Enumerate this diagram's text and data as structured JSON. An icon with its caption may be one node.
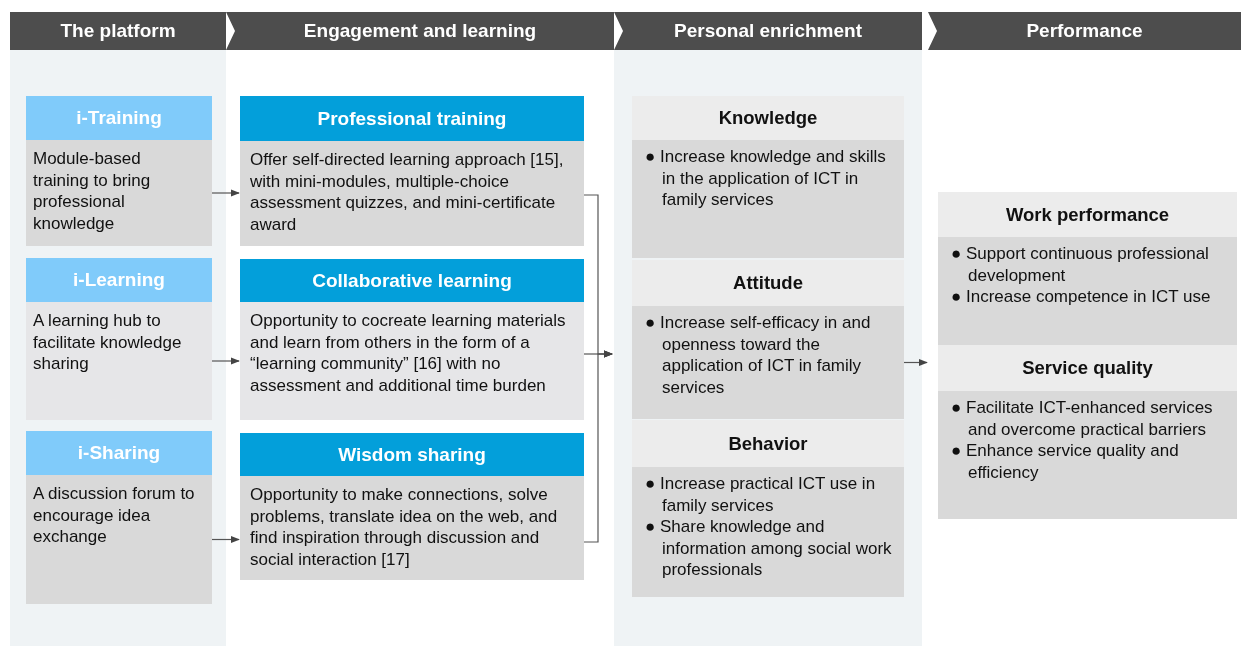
{
  "diagram": {
    "nodes": [
      {
        "text": [
          "The platform"
        ]
      },
      {
        "text": [
          "Engagement and learning"
        ]
      },
      {
        "text": [
          "Personal enrichment"
        ]
      },
      {
        "text": [
          "Performance"
        ]
      },
      {
        "text": [
          "i-Training",
          "Module-based training to bring professional knowledge"
        ],
        "in": 0
      },
      {
        "text": [
          "i-Learning",
          "A learning hub to facilitate knowledge sharing"
        ],
        "in": 0
      },
      {
        "text": [
          "i-Sharing",
          "A discussion forum to encourage idea exchange"
        ],
        "in": 0
      },
      {
        "text": [
          "Professional training",
          "Offer self-directed learning approach [15], with mini-modules, multiple-choice assessment quizzes, and mini-certificate award"
        ],
        "in": 1
      },
      {
        "text": [
          "Collaborative learning",
          "Opportunity to cocreate learning materials and learn from others in the form of a “learning community” [16] with no assessment and additional time burden"
        ],
        "in": 1
      },
      {
        "text": [
          "Wisdom sharing",
          "Opportunity to make connections, solve problems, translate idea on the web, and find inspiration through discussion and social interaction [17]"
        ],
        "in": 1
      },
      {
        "text": [
          "Knowledge",
          "● Increase knowledge and skills in the application of ICT in family services"
        ],
        "in": 2
      },
      {
        "text": [
          "Attitude",
          "● Increase self-efficacy in and openness toward the application of ICT in family services"
        ],
        "in": 2
      },
      {
        "text": [
          "Behavior",
          "● Increase practical ICT use in family services",
          "● Share knowledge and information among social work professionals"
        ],
        "in": 2
      },
      {
        "text": [
          "Work performance",
          "● Support continuous professional development",
          "● Increase competence in ICT use"
        ],
        "in": 3
      },
      {
        "text": [
          "Service quality",
          "● Facilitate ICT-enhanced services and overcome practical barriers",
          "● Enhance service quality and efficiency"
        ],
        "in": 3
      }
    ],
    "edges": [
      {
        "from": 4,
        "to": 7,
        "arrow": "to"
      },
      {
        "from": 5,
        "to": 8,
        "arrow": "to"
      },
      {
        "from": 6,
        "to": 9,
        "arrow": "to"
      },
      {
        "from": 7,
        "to": 2,
        "arrow": "to"
      },
      {
        "from": 8,
        "to": 2,
        "arrow": "to"
      },
      {
        "from": 9,
        "to": 2,
        "arrow": "to"
      },
      {
        "from": 11,
        "to": 3,
        "arrow": "to"
      }
    ]
  }
}
